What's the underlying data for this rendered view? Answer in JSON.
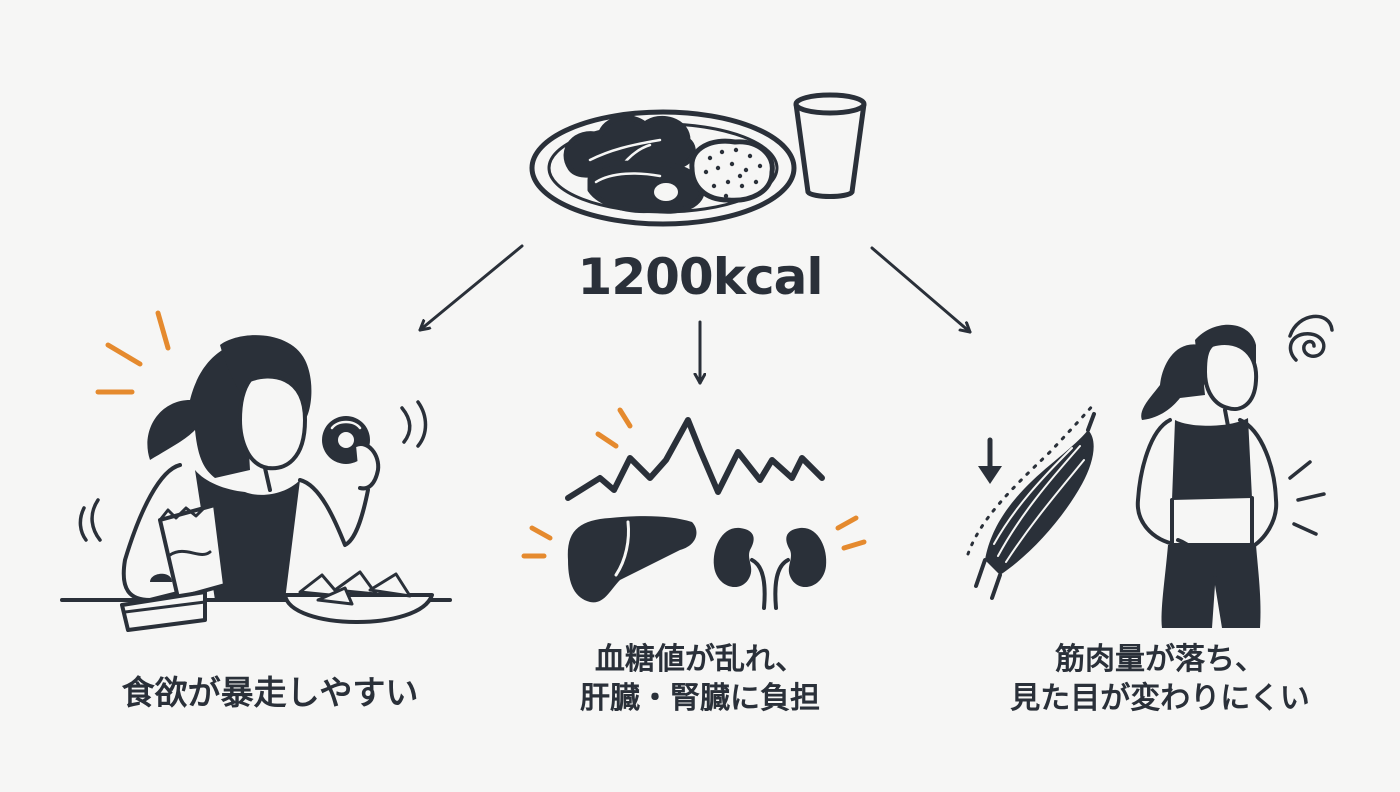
{
  "center": {
    "kcal": "1200kcal"
  },
  "effects": [
    {
      "icon": "overeating-woman-icon",
      "lines": [
        "食欲が暴走しやすい"
      ]
    },
    {
      "icon": "blood-sugar-organs-icon",
      "lines": [
        "血糖値が乱れ、",
        "肝臓・腎臓に負担"
      ]
    },
    {
      "icon": "muscle-loss-woman-icon",
      "lines": [
        "筋肉量が落ち、",
        "見た目が変わりにくい"
      ]
    }
  ],
  "colors": {
    "ink": "#2a3039",
    "accent": "#e58a2e",
    "background": "#f6f6f5"
  }
}
